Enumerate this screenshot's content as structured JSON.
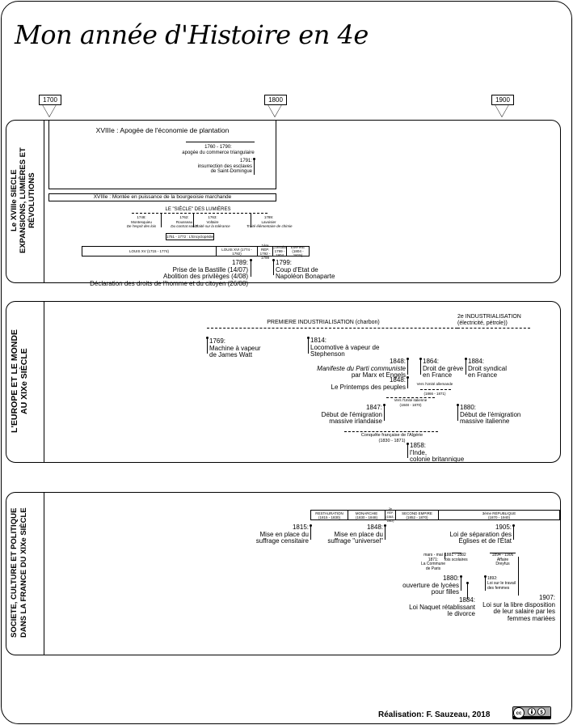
{
  "title": "Mon année d'Histoire en 4e",
  "footer": "Réalisation: F. Sauzeau, 2018",
  "license_icon": "cc-by-nc-icon",
  "timeline_years": [
    "1700",
    "1800",
    "1900"
  ],
  "section1": {
    "label_line1": "Le XVIIIe SIECLE",
    "label_line2": "EXPANSIONS, LUMIÈRES ET RÉVOLUTIONS",
    "plantation_title": "XVIIIe : Apogée de l'économie de plantation",
    "plantation_period": "1760 - 1790:",
    "plantation_text": "apogée du commerce triangulaire",
    "haiti_year": "1791:",
    "haiti_text": "insurrection des esclaves de Saint-Domingue",
    "bourgeoisie": "XVIIIe : Montée en puissance de la bourgeoisie marchande",
    "lumieres": "LE \"SIÈCLE\" DES LUMIÈRES",
    "montesquieu_y": "1748:",
    "montesquieu_n": "Montesquieu",
    "montesquieu_w": "De l'esprit des lois",
    "rousseau_y": "1762:",
    "rousseau_n": "Rousseau",
    "rousseau_w": "Du contrat social",
    "voltaire_y": "1763:",
    "voltaire_n": "Voltaire",
    "voltaire_w": "Traité sur la tolérance",
    "lavoisier_y": "1789:",
    "lavoisier_n": "Lavoisier",
    "lavoisier_w": "Traité élémentaire de chimie",
    "encyclopedie": "1751 - 1772 : L'Encyclopédie",
    "louis15": "LOUIS XV (1715 - 1774)",
    "louis16": "LOUIS XVI (1774 - 1792)",
    "repub1": "1ère RÉP.",
    "repub1_d": "1792 - 1799",
    "consulat": "Consulat",
    "consulat_d": "1799 - 1804",
    "empire": "EMPIRE",
    "empire_d": "(1804 - 1815)",
    "rev_year": "1789:",
    "rev_1": "Prise de la Bastille (14/07)",
    "rev_2": "Abolition des privilèges (4/08)",
    "rev_3": "Déclaration des droits de l'homme et du citoyen (26/08)",
    "coup_year": "1799:",
    "coup_1": "Coup d'Etat de",
    "coup_2": "Napoléon Bonaparte"
  },
  "section2": {
    "label_line1": "L'EUROPE ET LE MONDE",
    "label_line2": "AU XIXe SIÈCLE",
    "ind1": "PREMIERE INDUSTRIALISATION (charbon)",
    "ind2_1": "2e INDUSTRIALISATION",
    "ind2_2": "(électricité, pétrole))",
    "watt_y": "1769:",
    "watt_1": "Machine à vapeur",
    "watt_2": "de James Watt",
    "steph_y": "1814:",
    "steph_1": "Locomotive à vapeur de",
    "steph_2": "Stephenson",
    "marx_y": "1848:",
    "marx_1": "Manifeste du Parti communiste",
    "marx_2": "par Marx et Engels",
    "greve_y": "1864:",
    "greve_1": "Droit de grève",
    "greve_2": "en France",
    "synd_y": "1884:",
    "synd_1": "Droit syndical",
    "synd_2": "en France",
    "peuples_y": "1848:",
    "peuples_1": "Le Printemps des peuples",
    "unite_all_1": "Vers l'Unité allemande",
    "unite_all_2": "(1866 - 1871)",
    "unite_it_1": "Vers l'Unité italienne",
    "unite_it_2": "(1848 - 1870)",
    "irl_y": "1847:",
    "irl_1": "Début de l'émigration",
    "irl_2": "massive irlandaise",
    "ita_y": "1880:",
    "ita_1": "Début de l'émigration",
    "ita_2": "massive italienne",
    "algerie_1": "Conquête française de l'Algérie",
    "algerie_2": "(1830 - 1871)",
    "inde_y": "1858:",
    "inde_1": "l'Inde,",
    "inde_2": "colonie britannique"
  },
  "section3": {
    "label_line1": "SOCIETE, CULTURE ET POLITIQUE",
    "label_line2": "DANS LA FRANCE DU XIXe SIÈCLE",
    "restauration": "RESTAURATION",
    "restauration_d": "(1815 - 1830)",
    "monarchie": "MONARCHIE",
    "monarchie_d": "(1830 - 1848)",
    "repub2": "2e RÉP.",
    "repub2_d": "(1848 - 1852)",
    "empire2": "SECOND EMPIRE",
    "empire2_d": "(1852 - 1870)",
    "repub3": "3ème RÉPUBLIQUE",
    "repub3_d": "(1870 - 1940)",
    "cens_y": "1815:",
    "cens_1": "Mise en place du",
    "cens_2": "suffrage censitaire",
    "univ_y": "1848:",
    "univ_1": "Mise en place du",
    "univ_2": "suffrage \"universel\"",
    "sep_y": "1905:",
    "sep_1": "Loi de séparation des",
    "sep_2": "Églises et de l'État",
    "comm_1": "mars - mai",
    "comm_2": "1871:",
    "comm_3": "La Commune",
    "comm_4": "de Paris",
    "lois_1": "1881 - 1882",
    "lois_2": "lois scolaires",
    "dreyfus_1": "1894 - 1906",
    "dreyfus_2": "Affaire",
    "dreyfus_3": "Dreyfus",
    "lycees_y": "1880:",
    "lycees_1": "ouverture de lycées",
    "lycees_2": "pour filles",
    "travail_1": "1892:",
    "travail_2": "Loi sur le travail",
    "travail_3": "des femmes",
    "naquet_y": "1884:",
    "naquet_1": "Loi Naquet rétablissant",
    "naquet_2": "le divorce",
    "salaire_y": "1907:",
    "salaire_1": "Loi sur la libre disposition",
    "salaire_2": "de leur salaire par les",
    "salaire_3": "femmes mariées"
  }
}
